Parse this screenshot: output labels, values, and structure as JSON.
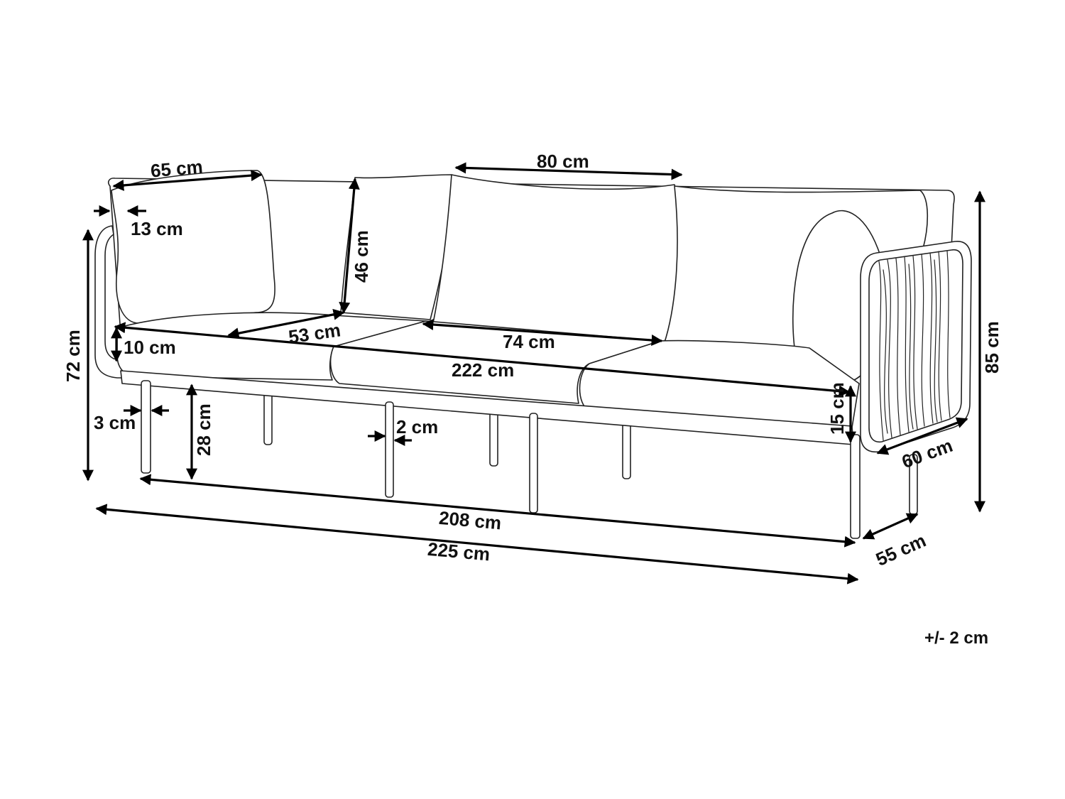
{
  "dimensions": {
    "cushion_back_width": "65 cm",
    "back_cushion_width": "80 cm",
    "arm_thickness": "13 cm",
    "cushion_height": "46 cm",
    "seat_depth": "53 cm",
    "seat_cushion_width": "74 cm",
    "seat_cushion_thickness": "10 cm",
    "seat_width": "222 cm",
    "total_height": "72 cm",
    "back_height": "85 cm",
    "leg_thickness": "3 cm",
    "seat_height": "28 cm",
    "leg_diameter": "2 cm",
    "frame_height": "15 cm",
    "arm_depth": "60 cm",
    "inner_width": "208 cm",
    "total_width": "225 cm",
    "leg_depth": "55 cm"
  },
  "tolerance": "+/- 2 cm"
}
